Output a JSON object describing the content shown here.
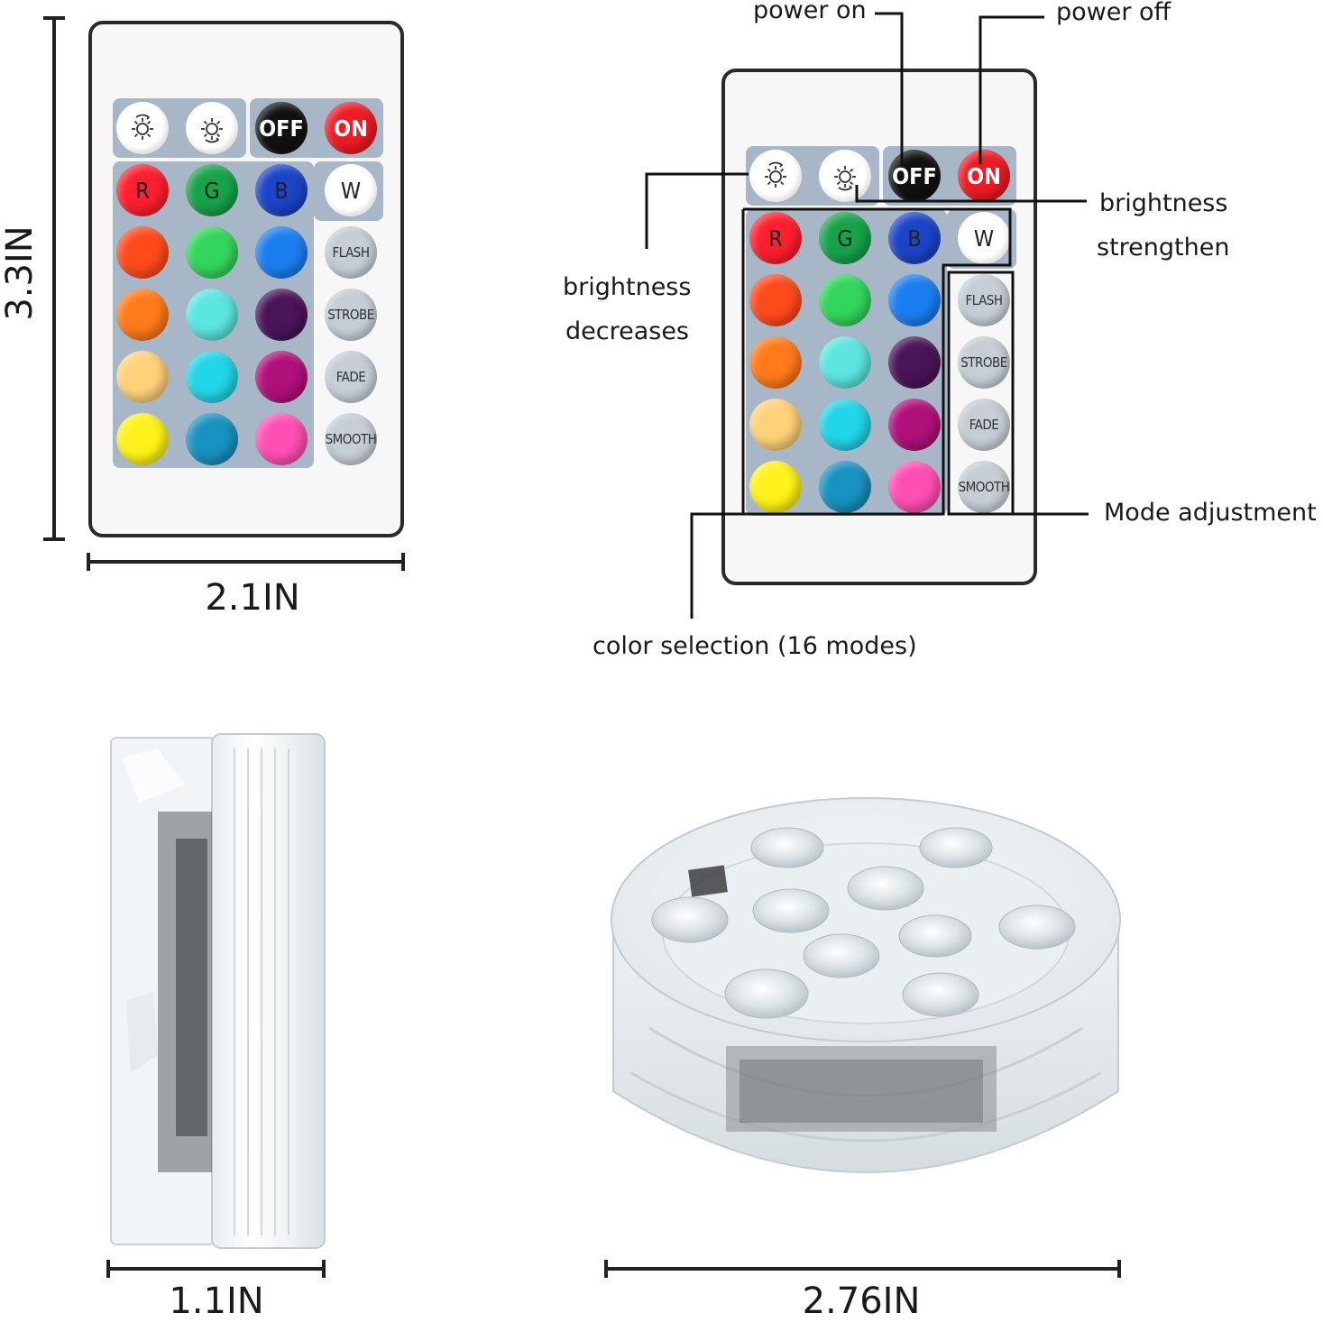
{
  "remote_buttons": {
    "top_row": [
      "OFF",
      "ON"
    ],
    "color_row": [
      "R",
      "G",
      "B",
      "W"
    ],
    "modes": [
      "FLASH",
      "STROBE",
      "FADE",
      "SMOOTH"
    ],
    "icons": [
      "brightness-decrease-icon",
      "brightness-increase-icon"
    ]
  },
  "dimensions": {
    "remote_height": "3.3IN",
    "remote_width": "2.1IN",
    "light_thickness": "1.1IN",
    "light_diameter": "2.76IN"
  },
  "annotations": {
    "power_on": "power on",
    "power_off": "power off",
    "brightness_strengthen_1": "brightness",
    "brightness_strengthen_2": "strengthen",
    "brightness_decreases_1": "brightness",
    "brightness_decreases_2": "decreases",
    "mode_adjustment": "Mode adjustment",
    "color_selection": "color selection (16 modes)"
  },
  "colors": {
    "grid": [
      [
        "#ff1f2e",
        "#17a34a",
        "#1b44c8"
      ],
      [
        "#ff4a1c",
        "#33d65c",
        "#1b7ef0"
      ],
      [
        "#ff7a1a",
        "#5ce6e0",
        "#4a1458"
      ],
      [
        "#ffd27a",
        "#21d6e8",
        "#b0107a"
      ],
      [
        "#fff21a",
        "#1892c0",
        "#ff4fb4"
      ]
    ],
    "remote_panel": "#a7b7c8"
  }
}
